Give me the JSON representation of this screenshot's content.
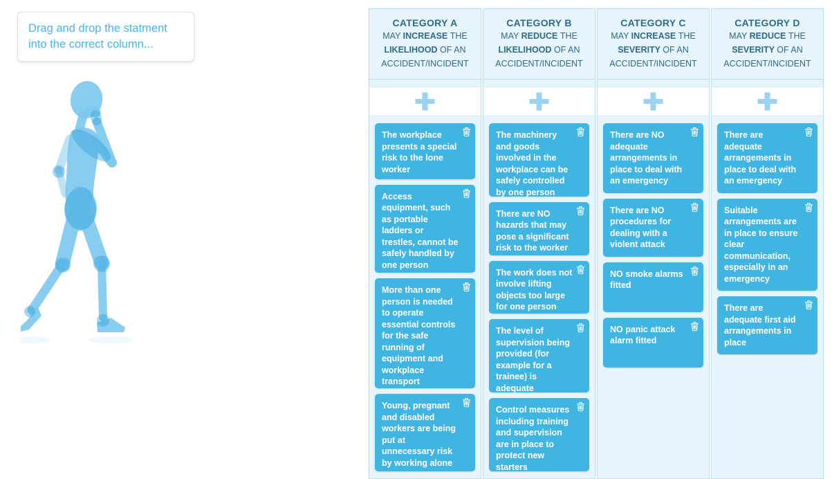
{
  "instruction": {
    "text": "Drag and drop the statment into the correct column..."
  },
  "board": {
    "columns": [
      {
        "id": "A",
        "title": "CATEGORY A",
        "subtitle": "MAY INCREASE THE LIKELIHOOD OF AN ACCIDENT/INCIDENT",
        "bold_words": [
          "INCREASE",
          "LIKELIHOOD"
        ],
        "cards": [
          {
            "text": "The workplace presents a special risk to the lone worker"
          },
          {
            "text": "Access equipment, such as portable ladders or trestles, cannot be safely handled by one person"
          },
          {
            "text": "More than one person is needed to operate essential controls for the safe running of equipment and workplace transport"
          },
          {
            "text": "Young, pregnant and disabled workers are being put at unnecessary risk by working alone"
          }
        ]
      },
      {
        "id": "B",
        "title": "CATEGORY B",
        "subtitle": "MAY REDUCE THE LIKELIHOOD OF AN ACCIDENT/INCIDENT",
        "bold_words": [
          "REDUCE",
          "LIKELIHOOD"
        ],
        "cards": [
          {
            "text": "The machinery and goods involved in the workplace can be safely controlled by one person"
          },
          {
            "text": "There are NO hazards that may pose a significant risk to the worker"
          },
          {
            "text": "The work does not involve lifting objects too large for one person"
          },
          {
            "text": "The level of supervision being provided (for example for a trainee) is adequate"
          },
          {
            "text": "Control measures including training and supervision are in place to protect new starters"
          }
        ]
      },
      {
        "id": "C",
        "title": "CATEGORY C",
        "subtitle": "MAY INCREASE THE SEVERITY OF AN ACCIDENT/INCIDENT",
        "bold_words": [
          "INCREASE",
          "SEVERITY"
        ],
        "cards": [
          {
            "text": "There are NO adequate arrangements in place to deal with an emergency"
          },
          {
            "text": "There are NO procedures for dealing with a violent attack"
          },
          {
            "text": "NO smoke alarms fitted"
          },
          {
            "text": "NO panic attack alarm fitted"
          }
        ]
      },
      {
        "id": "D",
        "title": "CATEGORY D",
        "subtitle": "MAY REDUCE THE SEVERITY OF AN ACCIDENT/INCIDENT",
        "bold_words": [
          "REDUCE",
          "SEVERITY"
        ],
        "cards": [
          {
            "text": "There are adequate arrangements in place to deal with an emergency"
          },
          {
            "text": "Suitable arrangements are in place to ensure clear communication, especially in an emergency"
          },
          {
            "text": "There are adequate first aid arrangements in place"
          }
        ]
      }
    ]
  },
  "icons": {
    "add": "plus-icon",
    "delete": "trash-icon",
    "figure": "walking-person"
  },
  "colors": {
    "card_blue": "#41b5e2",
    "column_bg": "#e6f4fb",
    "column_border": "#b5e0f3",
    "header_text": "#2f6a88",
    "plus_icon": "#9cd2ef",
    "instruction_text": "#46b5e8",
    "figure_blue": "#7ec8ee"
  }
}
